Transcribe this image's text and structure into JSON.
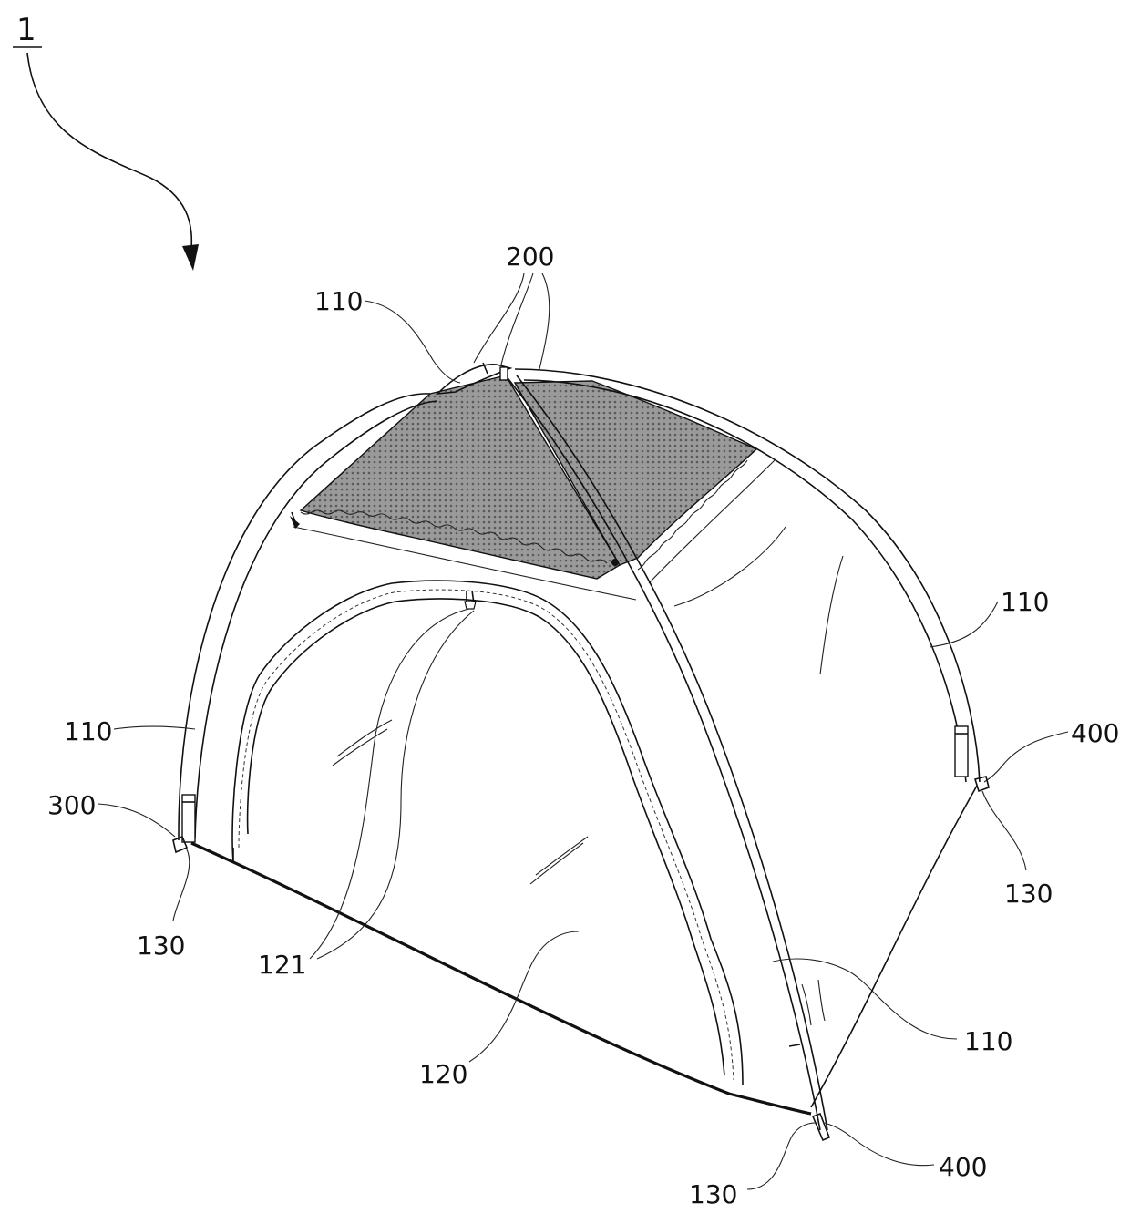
{
  "figure": {
    "ref_main": "1",
    "labels": {
      "hub_top": "200",
      "frame_top_left": "110",
      "frame_right": "110",
      "frame_left": "110",
      "frame_front": "110",
      "clip_left": "300",
      "clip_right": "400",
      "clip_front": "400",
      "foot_left": "130",
      "foot_right": "130",
      "foot_front": "130",
      "zipper": "121",
      "door_panel": "120"
    }
  },
  "colors": {
    "line": "#111111",
    "mesh": "#8a8a8a",
    "background": "#ffffff"
  }
}
